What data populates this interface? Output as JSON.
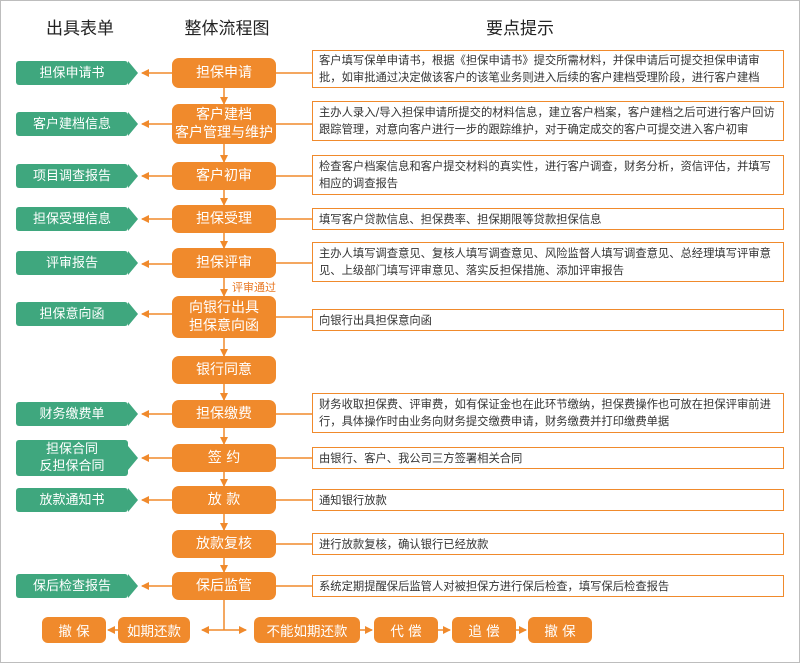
{
  "headers": {
    "forms": "出具表单",
    "flow": "整体流程图",
    "tips": "要点提示"
  },
  "colors": {
    "form_bg": "#3fa77e",
    "step_bg": "#f08a2c",
    "arrow": "#f08a2c"
  },
  "steps": [
    {
      "label": "担保申请"
    },
    {
      "label": "客户建档\n客户管理与维护"
    },
    {
      "label": "客户初审"
    },
    {
      "label": "担保受理"
    },
    {
      "label": "担保评审"
    },
    {
      "label": "向银行出具\n担保意向函"
    },
    {
      "label": "银行同意"
    },
    {
      "label": "担保缴费"
    },
    {
      "label": "签 约"
    },
    {
      "label": "放 款"
    },
    {
      "label": "放款复核"
    },
    {
      "label": "保后监管"
    }
  ],
  "forms": [
    {
      "label": "担保申请书"
    },
    {
      "label": "客户建档信息"
    },
    {
      "label": "项目调查报告"
    },
    {
      "label": "担保受理信息"
    },
    {
      "label": "评审报告"
    },
    {
      "label": "担保意向函"
    },
    {
      "label": "财务缴费单"
    },
    {
      "label": "担保合同\n反担保合同"
    },
    {
      "label": "放款通知书"
    },
    {
      "label": "保后检查报告"
    }
  ],
  "notes": [
    {
      "text": "客户填写保单申请书，根据《担保申请书》提交所需材料，并保申请后可提交担保申请审批，如审批通过决定做该客户的该笔业务则进入后续的客户建档受理阶段，进行客户建档"
    },
    {
      "text": "主办人录入/导入担保申请所提交的材料信息，建立客户档案，客户建档之后可进行客户回访跟踪管理，对意向客户进行一步的跟踪维护，对于确定成交的客户可提交进入客户初审"
    },
    {
      "text": "检查客户档案信息和客户提交材料的真实性，进行客户调查，财务分析，资信评估，并填写相应的调查报告"
    },
    {
      "text": "填写客户贷款信息、担保费率、担保期限等贷款担保信息"
    },
    {
      "text": "主办人填写调查意见、复核人填写调查意见、风险监督人填写调查意见、总经理填写评审意见、上级部门填写评审意见、落实反担保措施、添加评审报告"
    },
    {
      "text": "向银行出具担保意向函"
    },
    {
      "text": "财务收取担保费、评审费，如有保证金也在此环节缴纳，担保费操作也可放在担保评审前进行，具体操作时由业务向财务提交缴费申请，财务缴费并打印缴费单据"
    },
    {
      "text": "由银行、客户、我公司三方签署相关合同"
    },
    {
      "text": "通知银行放款"
    },
    {
      "text": "进行放款复核，确认银行已经放款"
    },
    {
      "text": "系统定期提醒保后监管人对被担保方进行保后检查，填写保后检查报告"
    }
  ],
  "review_pass_label": "评审通过",
  "bottom": [
    {
      "label": "撤 保"
    },
    {
      "label": "如期还款"
    },
    {
      "label": "不能如期还款"
    },
    {
      "label": "代 偿"
    },
    {
      "label": "追 偿"
    },
    {
      "label": "撤 保"
    }
  ]
}
